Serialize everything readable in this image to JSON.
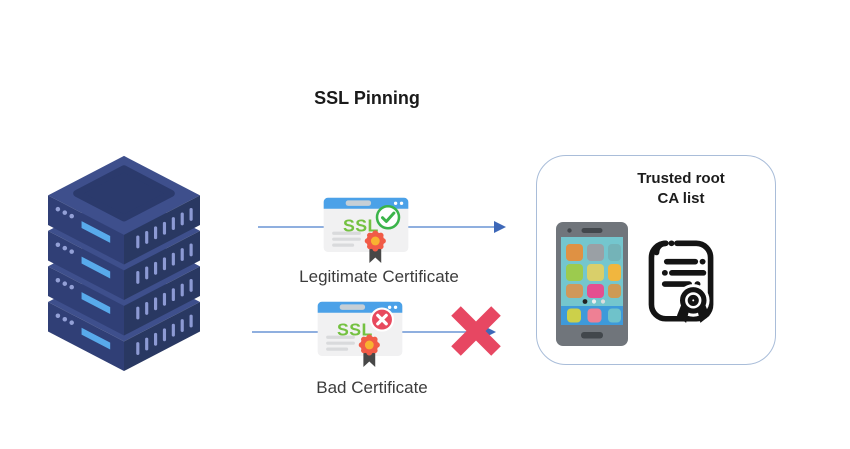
{
  "diagram": {
    "title": "SSL Pinning",
    "flows": [
      {
        "label": "Legitimate Certificate",
        "badge": "SSL",
        "status": "valid"
      },
      {
        "label": "Bad Certificate",
        "badge": "SSL",
        "status": "invalid"
      }
    ],
    "trusted_box": {
      "line1": "Trusted root",
      "line2": "CA list"
    },
    "icons": {
      "left": "server-stack-icon",
      "flow_top": [
        "browser-certificate-icon",
        "check-circle-icon",
        "award-ribbon-icon"
      ],
      "flow_bottom": [
        "browser-certificate-icon",
        "cross-circle-icon",
        "award-ribbon-icon",
        "rejected-x-icon"
      ],
      "box": [
        "smartphone-icon",
        "ca-certificate-icon"
      ]
    },
    "colors": {
      "arrow_line": "#8fafdf",
      "arrowhead": "#3e68b8",
      "reject_x": "#e74762",
      "ssl_text": "#74c141",
      "valid_badge": "#3bb44a",
      "invalid_badge": "#e8495e",
      "browser_bar": "#4ba1e8",
      "server_left_face": "#303f76",
      "server_right_face": "#293862",
      "server_top_face": "#3e4f8c",
      "server_bar": "#58aaeb",
      "box_border": "#a9bdd9",
      "phone_screen": "#74c6ce",
      "phone_dock": "#3e9ada"
    }
  }
}
